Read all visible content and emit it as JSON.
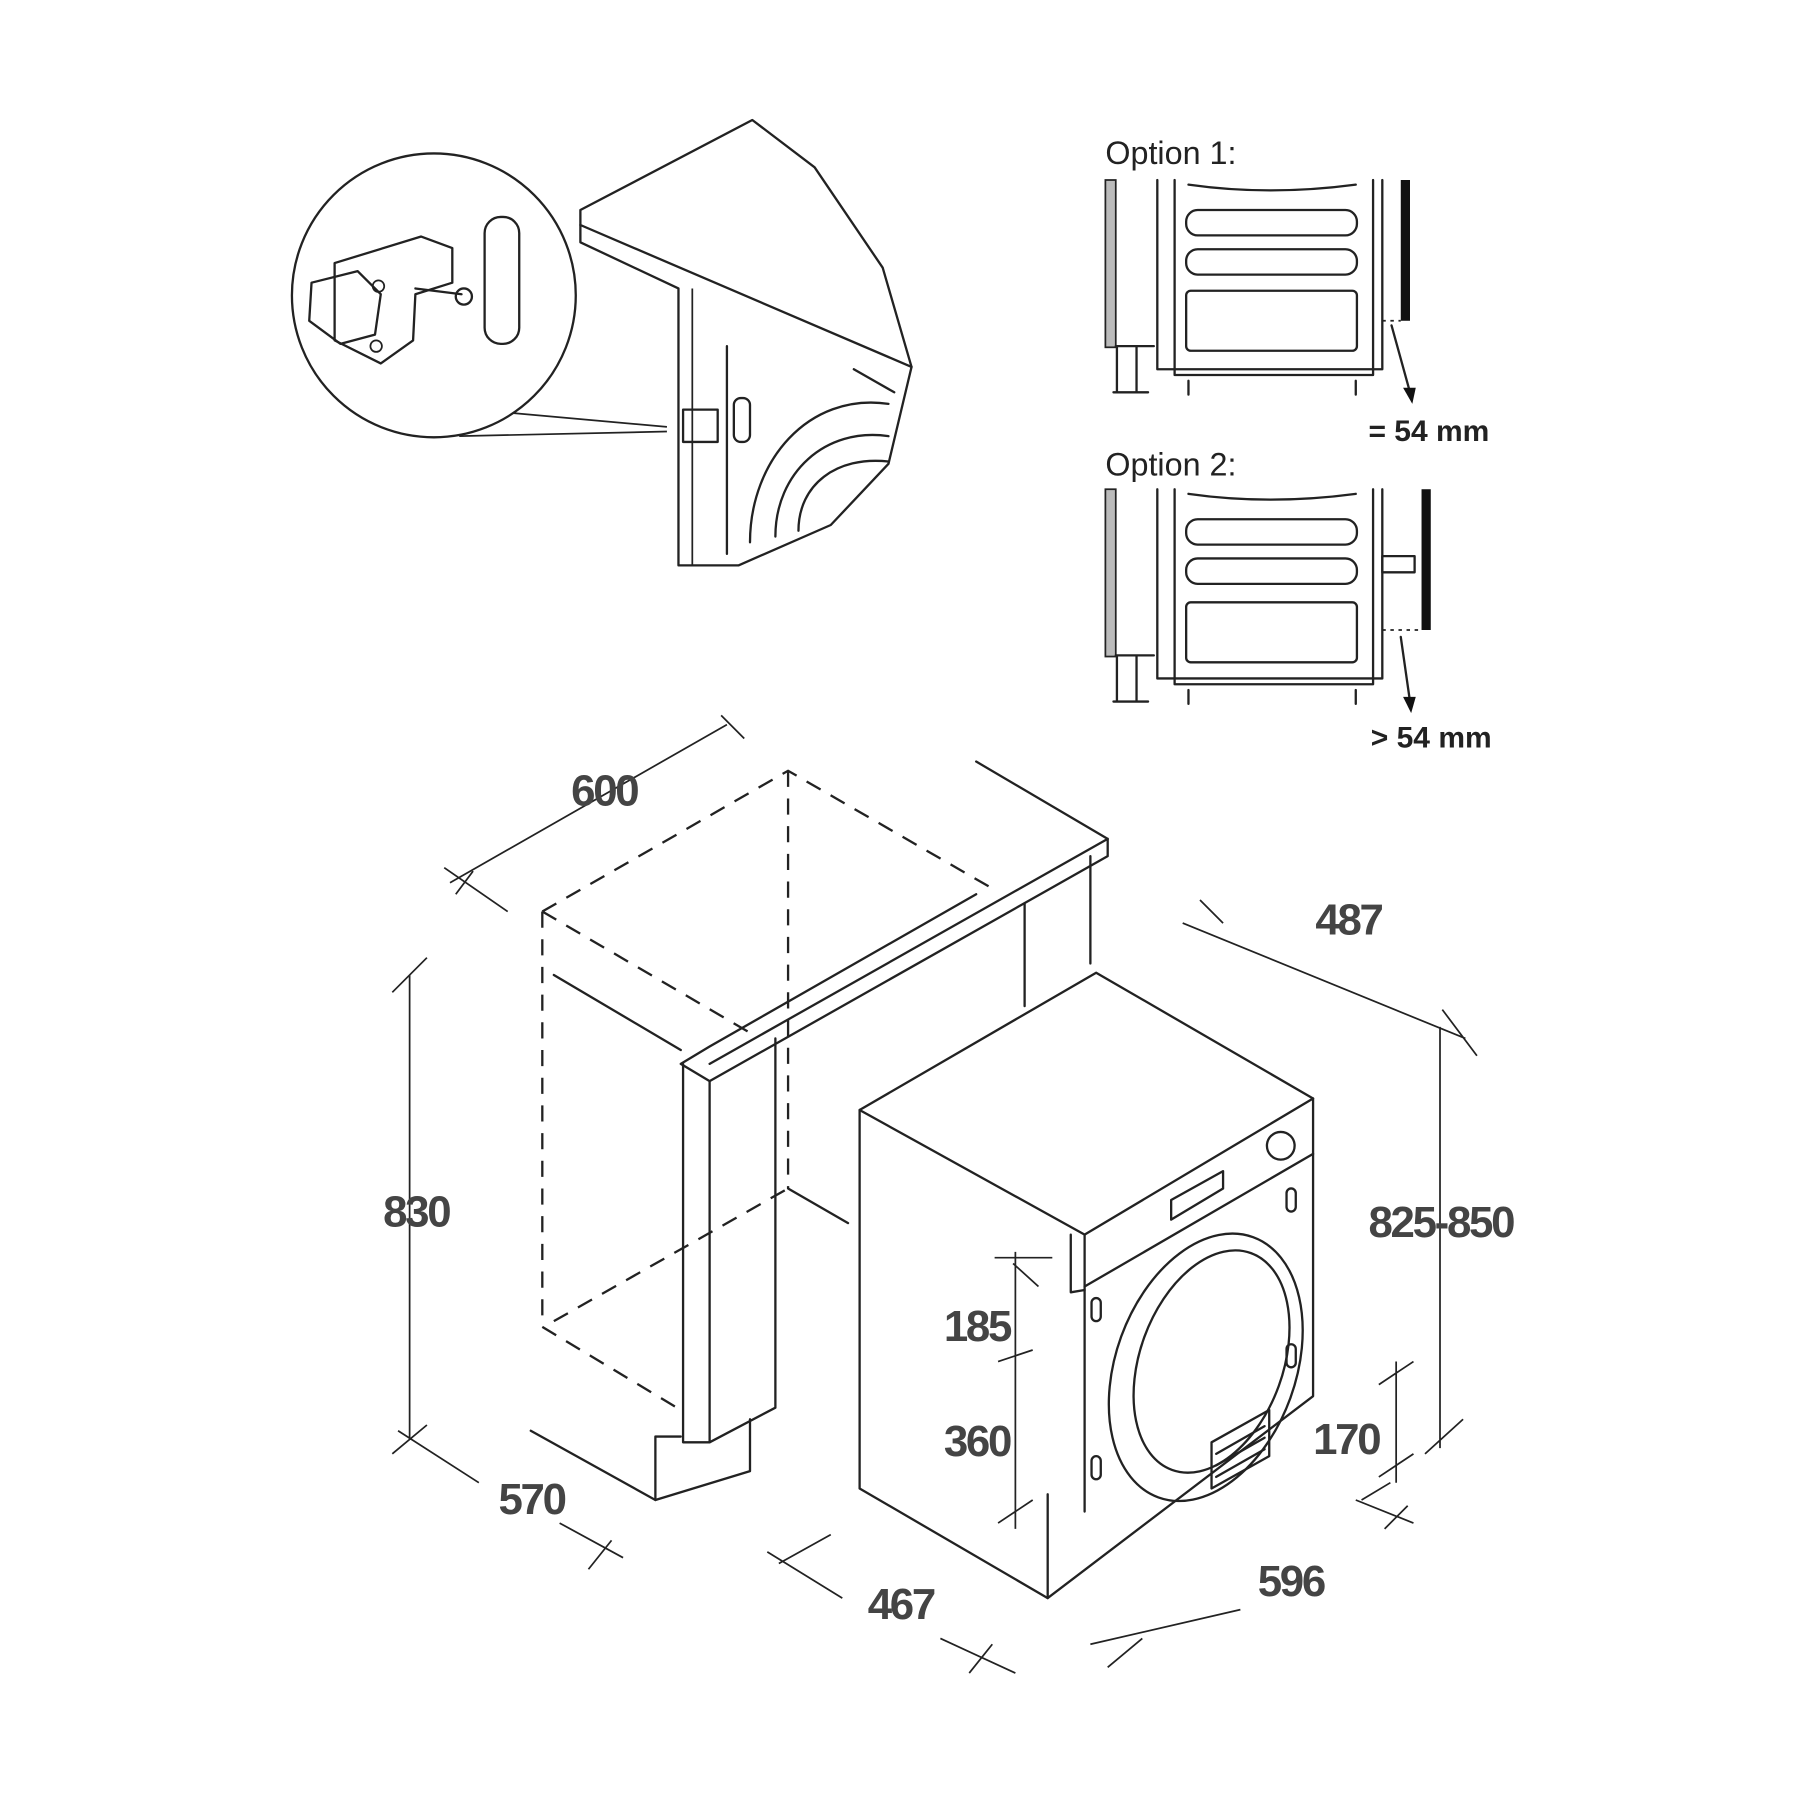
{
  "options": [
    {
      "label": "Option 1:",
      "gap": "= 54 mm"
    },
    {
      "label": "Option 2:",
      "gap": "> 54 mm"
    }
  ],
  "dimensions": {
    "niche_width": "600",
    "niche_height": "830",
    "niche_depth": "570",
    "dryer_depth_top": "487",
    "dryer_height": "825-850",
    "door_top": "185",
    "door_bottom": "360",
    "plinth": "170",
    "dryer_depth_bottom": "467",
    "dryer_width": "596"
  }
}
